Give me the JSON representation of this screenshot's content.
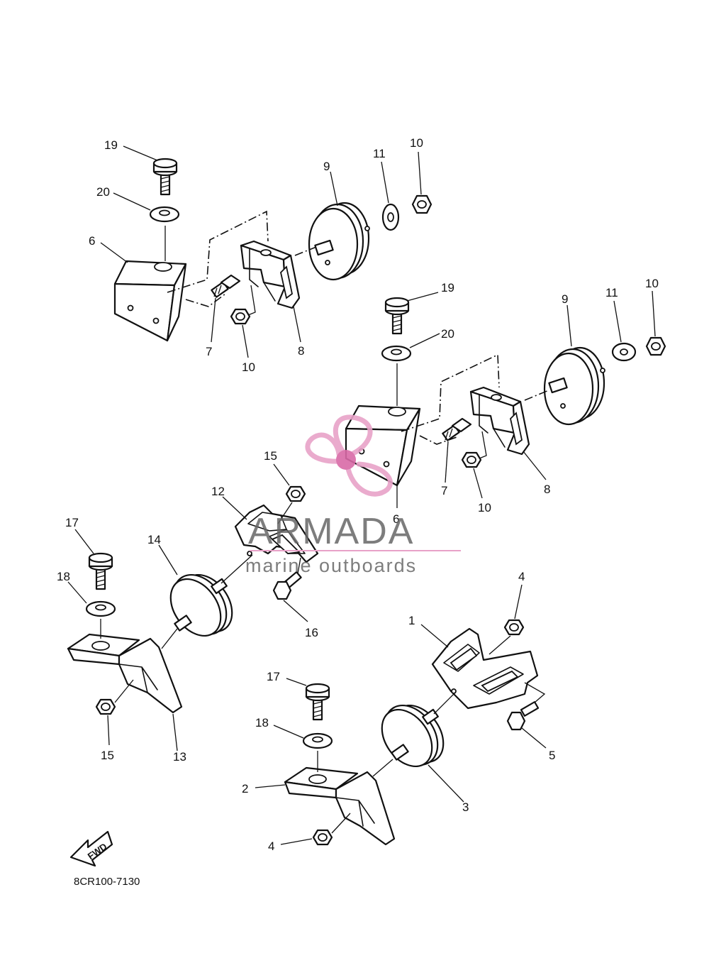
{
  "diagram": {
    "drawing_code": "8CR100-7130",
    "forward_arrow_label": "FWD",
    "callouts": {
      "c1": "1",
      "c2": "2",
      "c3": "3",
      "c4a": "4",
      "c4b": "4",
      "c5": "5",
      "c6a": "6",
      "c6b": "6",
      "c7a": "7",
      "c7b": "7",
      "c8a": "8",
      "c8b": "8",
      "c9a": "9",
      "c9b": "9",
      "c10a": "10",
      "c10b": "10",
      "c10c": "10",
      "c10d": "10",
      "c11a": "11",
      "c11b": "11",
      "c12": "12",
      "c13": "13",
      "c14": "14",
      "c15a": "15",
      "c15b": "15",
      "c16": "16",
      "c17a": "17",
      "c17b": "17",
      "c18a": "18",
      "c18b": "18",
      "c19a": "19",
      "c19b": "19",
      "c20a": "20",
      "c20b": "20"
    }
  },
  "watermark": {
    "brand": "ARMADA",
    "tagline": "marine outboards",
    "logo_icon": "propeller-icon",
    "colors": {
      "logo_pink": "#e8a2c8",
      "logo_hub": "#d96aa7",
      "text_gray": "#666666"
    }
  }
}
